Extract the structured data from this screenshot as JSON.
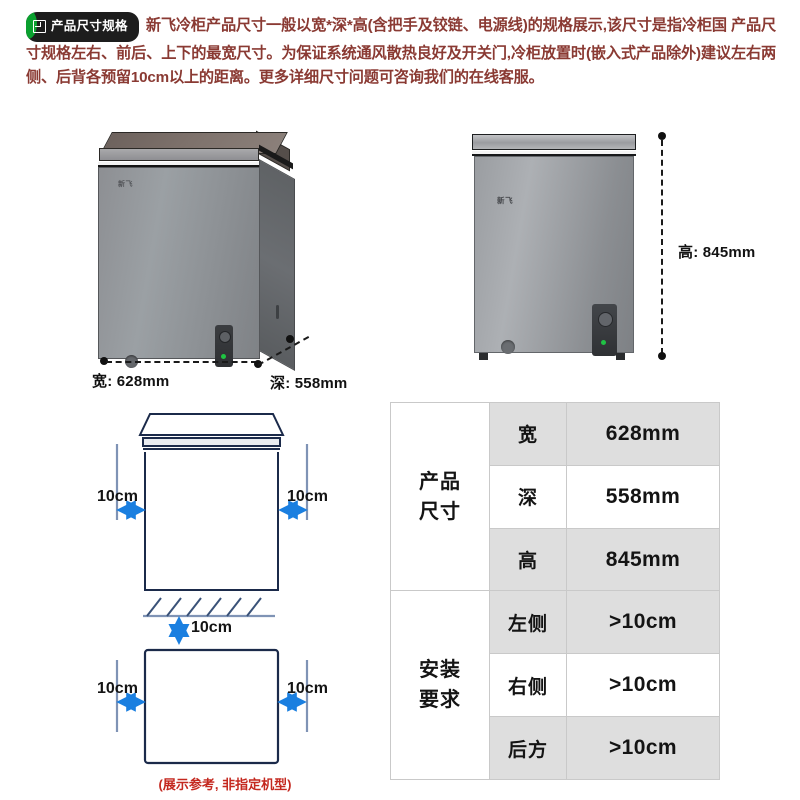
{
  "header": {
    "badge": {
      "icon": "document-spec-icon",
      "label": "产品尺寸规格",
      "bg_color": "#1d1d1d",
      "accent_color": "#0aa02f"
    },
    "paragraph": "新飞冷柜产品尺寸一般以宽*深*高(含把手及铰链、电源线)的规格展示,该尺寸是指冷柜国 产品尺寸规格左右、前后、上下的最宽尺寸。为保证系统通风散热良好及开关门,冷柜放置时(嵌入式产品除外)建议左右两侧、后背各预留10cm以上的距离。更多详细尺寸问题可咨询我们的在线客服。",
    "text_color": "#8a3a33"
  },
  "photos": {
    "left_unit": {
      "name": "冷柜三维视图",
      "brand_logo": "新飞",
      "width_label": "宽: 628mm",
      "depth_label": "深: 558mm"
    },
    "right_unit": {
      "name": "冷柜正视图",
      "brand_logo": "新飞",
      "height_label": "高: 845mm"
    }
  },
  "diagram": {
    "front_view": {
      "left_gap": "10cm",
      "right_gap": "10cm"
    },
    "top_view": {
      "back_gap": "10cm",
      "left_gap": "10cm",
      "right_gap": "10cm"
    },
    "caption": "(展示参考, 非指定机型)",
    "caption_color": "#c4281f",
    "arrow_color": "#1a7fe0",
    "outline_color": "#1b2a4a"
  },
  "spec_table": {
    "groups": [
      {
        "label": "产品\n尺寸",
        "label_line1": "产品",
        "label_line2": "尺寸",
        "rows": [
          {
            "key": "宽",
            "value": "628mm",
            "shaded": true
          },
          {
            "key": "深",
            "value": "558mm",
            "shaded": false
          },
          {
            "key": "高",
            "value": "845mm",
            "shaded": true
          }
        ]
      },
      {
        "label_line1": "安装",
        "label_line2": "要求",
        "rows": [
          {
            "key": "左侧",
            "value": ">10cm",
            "shaded": true
          },
          {
            "key": "右侧",
            "value": ">10cm",
            "shaded": false
          },
          {
            "key": "后方",
            "value": ">10cm",
            "shaded": true
          }
        ]
      }
    ],
    "shade_color": "#dedede",
    "border_color": "#c9c9c9"
  }
}
